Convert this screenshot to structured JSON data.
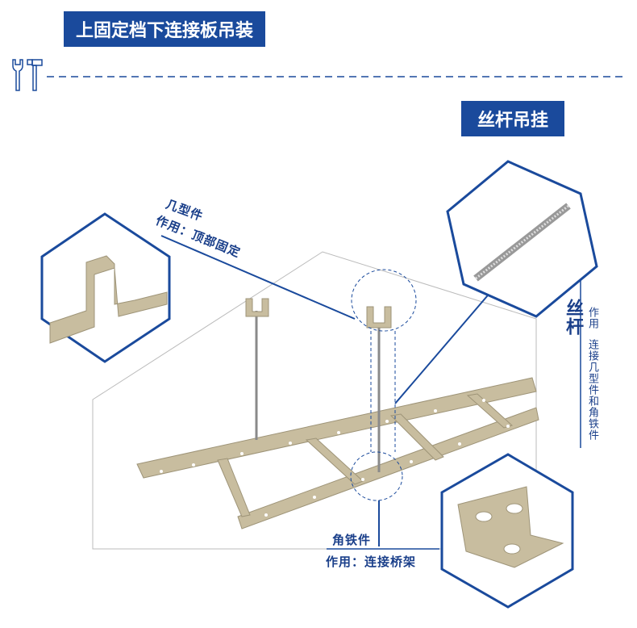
{
  "header": {
    "title": "上固定档下连接板吊装",
    "tool_icon": "wrench-hammer-icon"
  },
  "section": {
    "title": "丝杆吊挂"
  },
  "callouts": {
    "bracket": {
      "name": "几型件",
      "function": "作用：顶部固定"
    },
    "rod": {
      "name": "丝杆",
      "function_label": "作用",
      "function": "连接几型件和角铁件"
    },
    "angle": {
      "name": "角铁件",
      "function": "作用：连接桥架"
    }
  },
  "colors": {
    "accent": "#1a4a9c",
    "tray": "#c8bd9f"
  }
}
